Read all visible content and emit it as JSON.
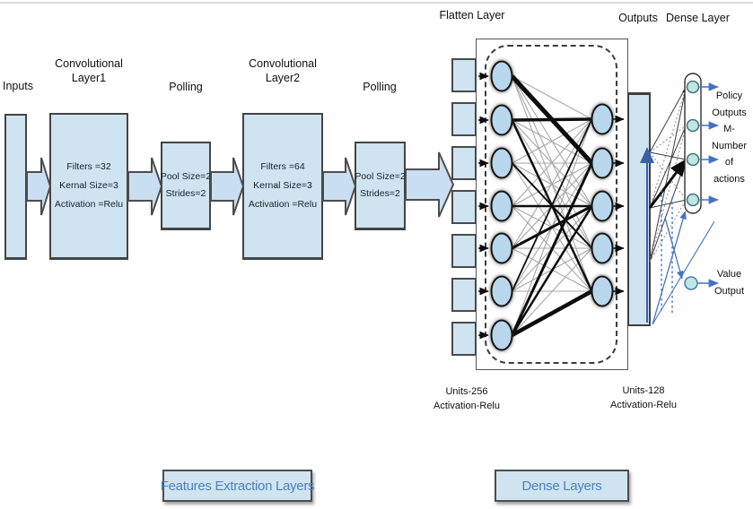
{
  "diagram": {
    "top_labels": {
      "flatten": "Flatten Layer",
      "outputs": "Outputs",
      "dense_layer": "Dense Layer"
    },
    "pipeline": {
      "inputs_label": "Inputs",
      "conv1": {
        "title_line1": "Convolutional",
        "title_line2": "Layer1",
        "lines": [
          "Filters =32",
          "Kernal Size=3",
          "Activation =Relu"
        ]
      },
      "polling1": {
        "title": "Polling",
        "lines": [
          "Pool Size=2",
          "Strides=2"
        ]
      },
      "conv2": {
        "title_line1": "Convolutional",
        "title_line2": "Layer2",
        "lines": [
          "Filters =64",
          "Kernal Size=3",
          "Activation =Relu"
        ]
      },
      "polling2": {
        "title": "Polling",
        "lines": [
          "Pool Size=2",
          "Strides=2"
        ]
      }
    },
    "dense_section": {
      "hidden1_caption": [
        "Units-256",
        "Activation-Relu"
      ],
      "hidden2_caption": [
        "Units-128",
        "Activation-Relu"
      ],
      "policy_caption": [
        "Policy",
        "Outputs",
        "M-",
        "Number",
        "of",
        "actions"
      ],
      "value_caption": [
        "Value",
        "Output"
      ]
    },
    "footer": {
      "features_label": "Features Extraction Layers",
      "dense_label": "Dense Layers"
    },
    "network": {
      "flatten_units": 7,
      "hidden1_units": 7,
      "hidden2_units": 5,
      "policy_units": 4,
      "value_units": 1
    },
    "colors": {
      "box_fill": "#cfe3f1",
      "box_border": "#454545",
      "neuron_fill": "#b9d7ec",
      "neuron_stroke": "#141414",
      "dense_neuron_fill": "#bfe6e3",
      "dense_neuron_stroke": "#48767e",
      "value_neuron_stroke": "#4f7fae",
      "accent_blue": "#4472c4",
      "dark_blue": "#3a5fa8",
      "line_gray": "#a6a6a6",
      "line_black": "#0d0d0d",
      "footer_text": "#4f81bd"
    }
  }
}
